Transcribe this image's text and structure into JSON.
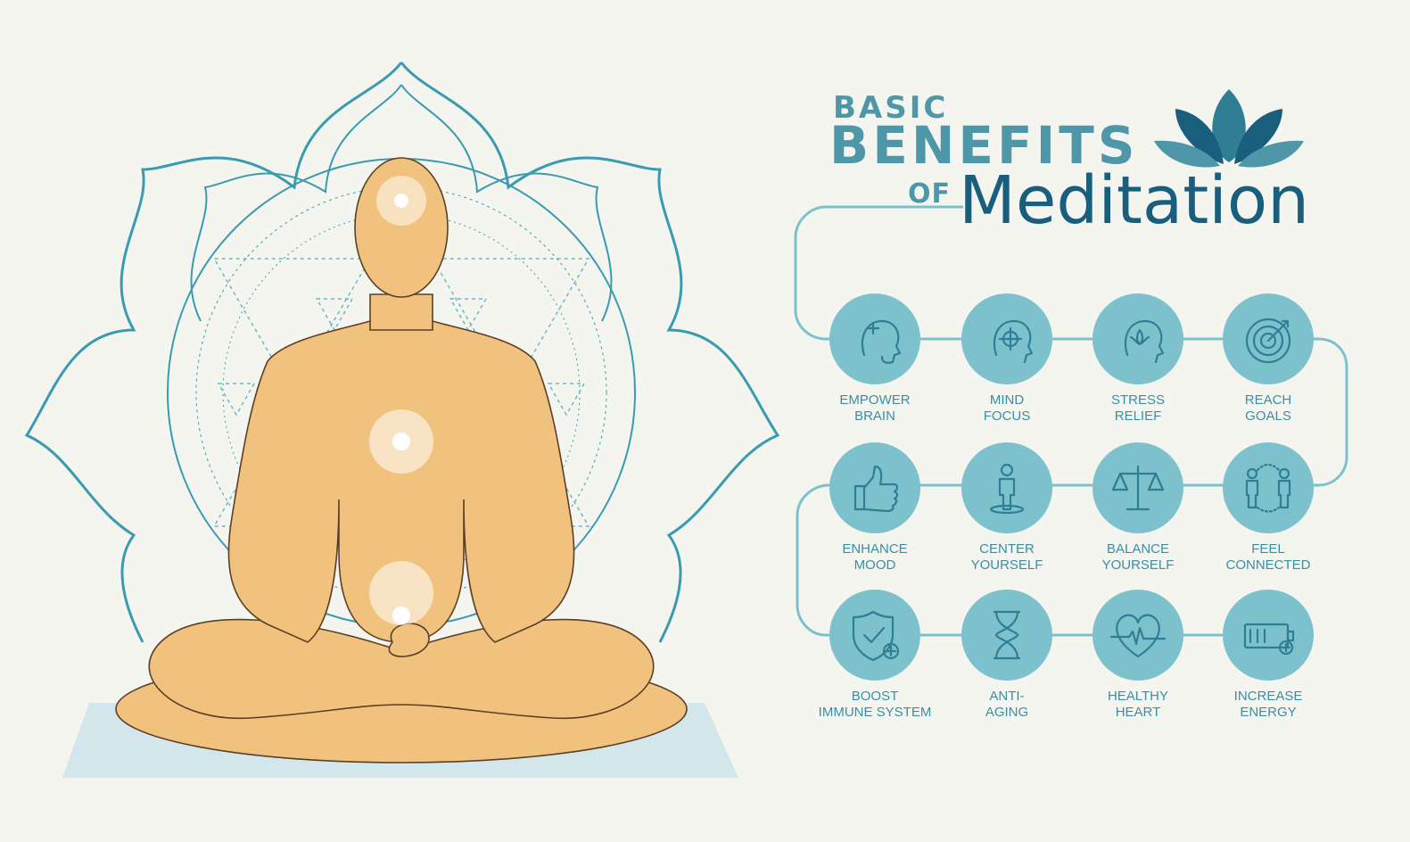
{
  "title": {
    "line1": "BASIC",
    "line2": "BENEFITS",
    "line3a": "OF",
    "line3b": "Meditation"
  },
  "colors": {
    "accent": "#4e97a8",
    "dark": "#1a5e7e",
    "circle": "#7dc1cd",
    "lotus_outline": "#3a9bb0",
    "skin": "#f0c27e"
  },
  "benefits": [
    {
      "label": "EMPOWER\nBRAIN",
      "icon": "brain-head-icon"
    },
    {
      "label": "MIND\nFOCUS",
      "icon": "target-head-icon"
    },
    {
      "label": "STRESS\nRELIEF",
      "icon": "lotus-head-icon"
    },
    {
      "label": "REACH\nGOALS",
      "icon": "target-arrow-icon"
    },
    {
      "label": "ENHANCE\nMOOD",
      "icon": "thumbs-up-icon"
    },
    {
      "label": "CENTER\nYOURSELF",
      "icon": "person-center-icon"
    },
    {
      "label": "BALANCE\nYOURSELF",
      "icon": "scales-icon"
    },
    {
      "label": "FEEL\nCONNECTED",
      "icon": "people-connected-icon"
    },
    {
      "label": "BOOST\nIMMUNE SYSTEM",
      "icon": "shield-check-icon"
    },
    {
      "label": "ANTI-\nAGING",
      "icon": "hourglass-icon"
    },
    {
      "label": "HEALTHY\nHEART",
      "icon": "heart-pulse-icon"
    },
    {
      "label": "INCREASE\nENERGY",
      "icon": "battery-icon"
    }
  ]
}
